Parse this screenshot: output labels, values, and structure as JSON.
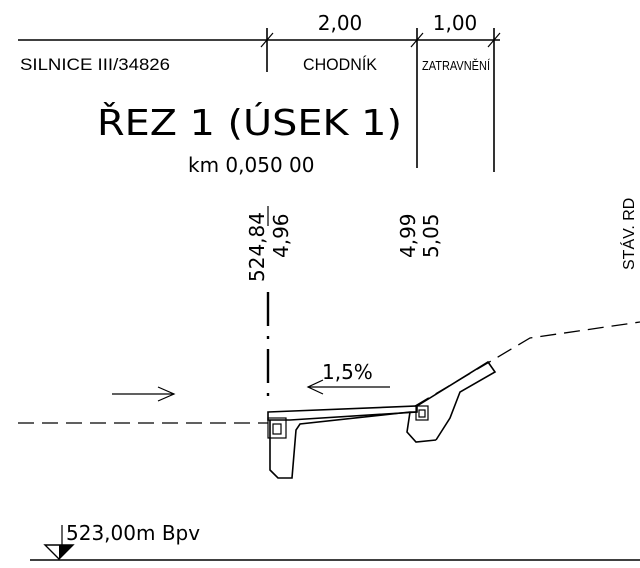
{
  "road_label": "SILNICE III/34826",
  "title": "ŘEZ 1 (ÚSEK 1)",
  "chainage": "km  0,050  00",
  "dimensions": {
    "sidewalk_width": "2,00",
    "sidewalk_label": "CHODNÍK",
    "grass_width": "1,00",
    "grass_label": "ZATRAVNĚNÍ"
  },
  "elevations": {
    "axis_elevation": "524,84",
    "axis_offset": "4,96",
    "edge_offset_1": "4,99",
    "edge_offset_2": "5,05"
  },
  "side_label": "STÁV. RD",
  "slope": "1,5%",
  "datum": "523,00m  Bpv"
}
